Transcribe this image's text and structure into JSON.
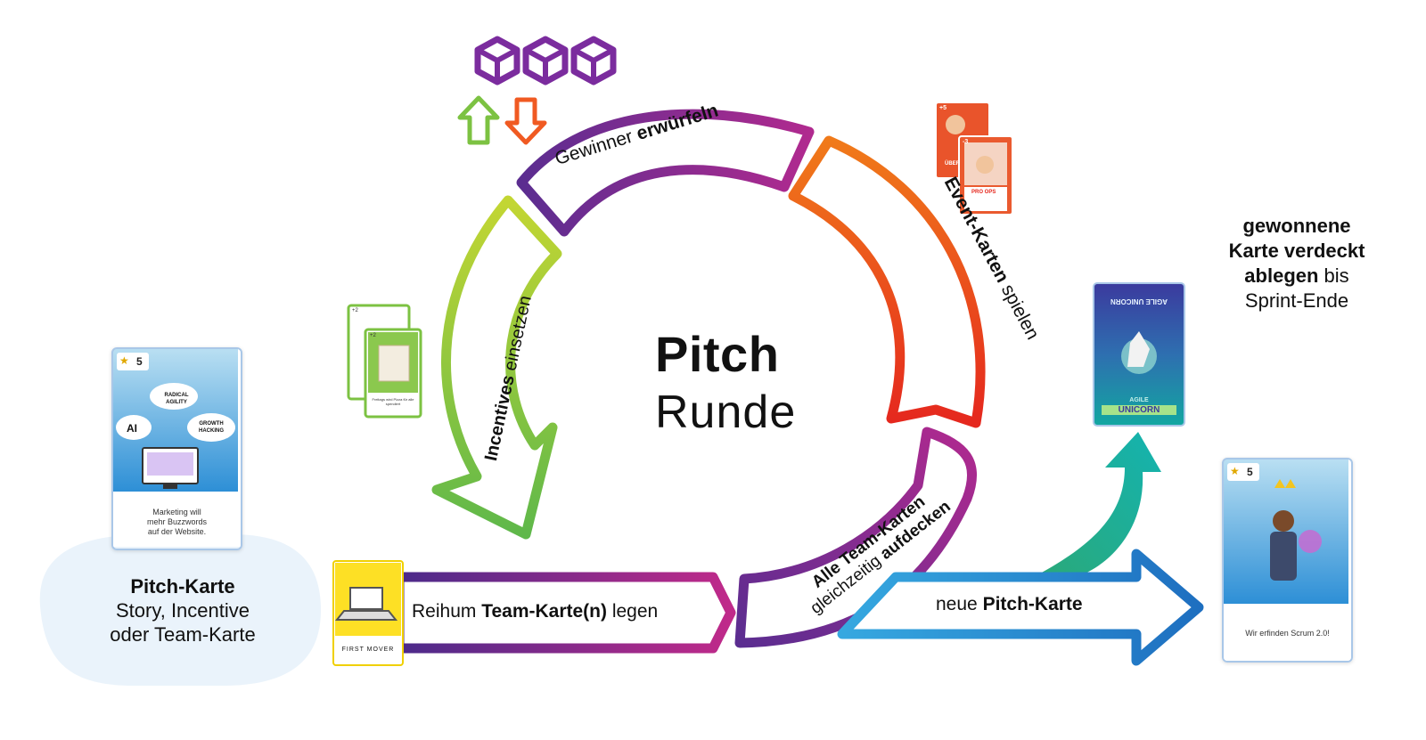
{
  "center": {
    "title": "Pitch",
    "subtitle": "Runde"
  },
  "steps": {
    "dice": {
      "normal": "Gewinner ",
      "bold": "erwürfeln"
    },
    "events": {
      "bold": "Event-Karten",
      "normal": " spielen"
    },
    "reveal": {
      "bold1": "Alle Team-Karten",
      "normal": "gleichzeitig ",
      "bold2": "aufdecken"
    },
    "team": {
      "normal1": "Reihum ",
      "bold": "Team-Karte(n)",
      "normal2": " legen"
    },
    "incentives": {
      "bold": "Incentives",
      "normal": " einsetzen"
    },
    "new_pitch": {
      "normal": "neue ",
      "bold": "Pitch-Karte"
    }
  },
  "side_note": {
    "line1_bold": "gewonnene",
    "line2_bold": "Karte verdeckt",
    "line3_bold": "ablegen",
    "line3_normal": " bis",
    "line4": "Sprint-Ende"
  },
  "pitch_card_label": {
    "title": "Pitch-Karte",
    "line2": "Story, Incentive",
    "line3": "oder Team-Karte"
  },
  "cards": {
    "pitch_left": {
      "score": "5",
      "bubbles": [
        "RADICAL AGILITY",
        "AI",
        "GROWTH HACKING"
      ],
      "caption": [
        "Marketing will",
        "mehr Buzzwords",
        "auf der Website."
      ]
    },
    "pitch_right": {
      "score": "5",
      "caption": "Wir erfinden Scrum 2.0!"
    },
    "first_mover": {
      "caption": "FIRST MOVER"
    },
    "unicorn": {
      "top": "AGILE UNICORN",
      "bottom_small": "AGILE",
      "bottom_big": "UNICORN"
    },
    "event": {
      "badge1": "+5",
      "badge2": "-3",
      "name1": "ÜBER",
      "name2": "PRO OPS"
    },
    "incentive": {
      "badge1": "+2",
      "badge2": "+2",
      "caption": "Freitags wird Pizza für alle spendiert"
    }
  },
  "colors": {
    "purple": "#5b2d90",
    "magenta": "#b02a8f",
    "red": "#e5281e",
    "orange": "#f07a1a",
    "green": "#7cc242",
    "lime": "#c3d633",
    "teal": "#14b3b0",
    "blue": "#1e6fc0",
    "sky": "#36a8e0",
    "bubble": "#eaf3fb"
  },
  "icons": [
    "dice-icon",
    "dice-icon",
    "dice-icon",
    "arrow-up-icon",
    "arrow-down-icon",
    "trophy-icon",
    "laptop-icon",
    "unicorn-icon"
  ]
}
